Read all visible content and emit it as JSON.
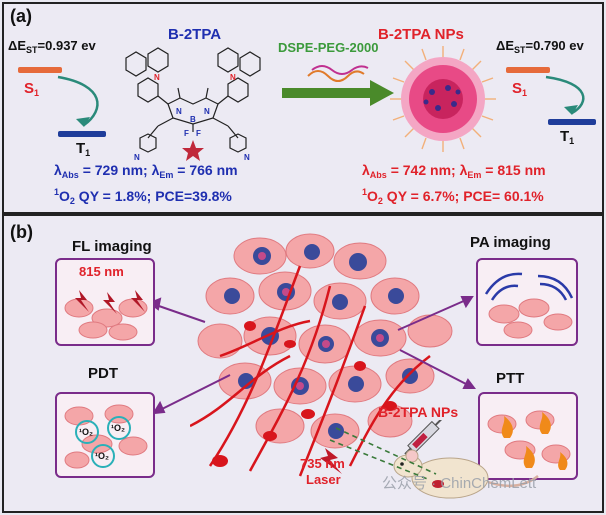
{
  "panel_a": {
    "label": "(a)",
    "left_energy": {
      "prefix": "ΔE",
      "sub": "ST",
      "value": "=0.937 ev"
    },
    "right_energy": {
      "prefix": "ΔE",
      "sub": "ST",
      "value": "=0.790 ev"
    },
    "s1_label": "S",
    "s1_sub": "1",
    "t1_label": "T",
    "t1_sub": "1",
    "molecule_title": "B-2TPA",
    "np_title": "B-2TPA NPs",
    "arrow_label": "DSPE-PEG-2000",
    "left_props": {
      "abs_prefix": "λ",
      "abs_sub": "Abs",
      "abs_value": " = 729 nm; ",
      "em_prefix": "λ",
      "em_sub": "Em",
      "em_value": " = 766 nm",
      "qy_sup": "1",
      "qy_text": "O",
      "qy_sub": "2",
      "qy_value": " QY = 1.8%; PCE=39.8%"
    },
    "right_props": {
      "abs_prefix": "λ",
      "abs_sub": "Abs",
      "abs_value": " = 742 nm; ",
      "em_prefix": "λ",
      "em_sub": "Em",
      "em_value": " = 815 nm",
      "qy_sup": "1",
      "qy_text": "O",
      "qy_sub": "2",
      "qy_value": " QY = 6.7%; PCE= 60.1%"
    },
    "molecule_atoms": {
      "n_left": "N",
      "n_right": "N",
      "b": "B",
      "f1": "F",
      "f2": "F",
      "n_bottom_left": "N",
      "n_bottom_right": "N",
      "n_core_left": "N",
      "n_core_right": "N"
    }
  },
  "panel_b": {
    "label": "(b)",
    "fl_title": "FL imaging",
    "fl_wavelength": "815 nm",
    "pa_title": "PA imaging",
    "pdt_title": "PDT",
    "ptt_title": "PTT",
    "np_label": "B-2TPA NPs",
    "laser_wavelength": "735 nm",
    "laser_text": "Laser",
    "singlet_oxygen": "¹O₂",
    "watermark": "公众号 · ChinChemLett"
  },
  "colors": {
    "blue_text": "#1f2fb0",
    "red_text": "#e0222a",
    "green_text": "#3b9a3b",
    "frame": "#222222",
    "arrow_purple": "#7a2c8a"
  }
}
